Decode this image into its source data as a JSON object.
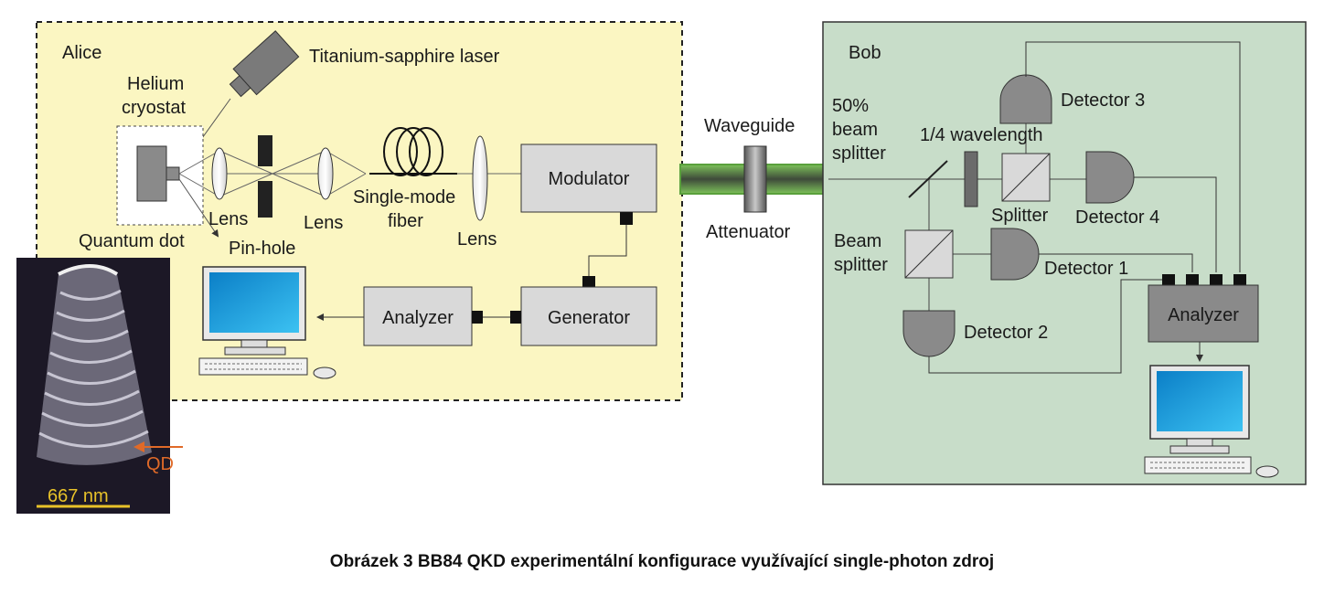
{
  "alice": {
    "title": "Alice",
    "laser": "Titanium-sapphire laser",
    "cryostat_line1": "Helium",
    "cryostat_line2": "cryostat",
    "lens1": "Lens",
    "lens2": "Lens",
    "lens3": "Lens",
    "fiber_line1": "Single-mode",
    "fiber_line2": "fiber",
    "quantum_dot": "Quantum dot",
    "pinhole": "Pin-hole",
    "modulator": "Modulator",
    "generator": "Generator",
    "analyzer": "Analyzer"
  },
  "channel": {
    "waveguide": "Waveguide",
    "attenuator": "Attenuator"
  },
  "bob": {
    "title": "Bob",
    "bs50_line1": "50%",
    "bs50_line2": "beam",
    "bs50_line3": "splitter",
    "quarter_wave": "1/4 wavelength",
    "splitter": "Splitter",
    "beam_splitter_line1": "Beam",
    "beam_splitter_line2": "splitter",
    "detector1": "Detector 1",
    "detector2": "Detector 2",
    "detector3": "Detector 3",
    "detector4": "Detector 4",
    "analyzer": "Analyzer"
  },
  "micrograph": {
    "scale_label": "667 nm",
    "marker_label": "QD"
  },
  "caption": "Obrázek 3 BB84 QKD experimentální konfigurace využívající single-photon zdroj",
  "colors": {
    "alice_bg": "#fbf6c2",
    "bob_bg": "#c8ddc9",
    "component_gray": "#d9d9d9",
    "dark_gray": "#6b6b6b",
    "waveguide_green": "#66aa44",
    "monitor_screen": "#1aa3e0",
    "micrograph_scale": "#e8c229",
    "micrograph_marker": "#e06a28"
  }
}
